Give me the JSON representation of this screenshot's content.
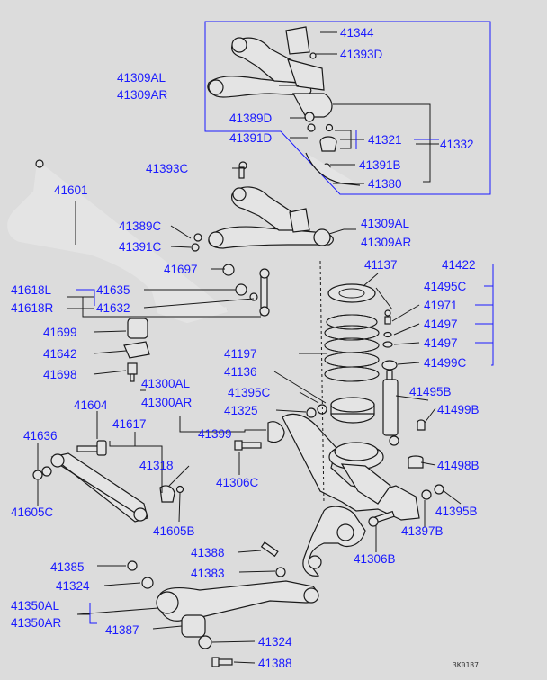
{
  "labels": [
    {
      "id": "l-41344",
      "text": "41344"
    },
    {
      "id": "l-41393D",
      "text": "41393D"
    },
    {
      "id": "l-41309AL-top",
      "text": "41309AL"
    },
    {
      "id": "l-41309AR-top",
      "text": "41309AR"
    },
    {
      "id": "l-41389D",
      "text": "41389D"
    },
    {
      "id": "l-41391D",
      "text": "41391D"
    },
    {
      "id": "l-41321",
      "text": "41321"
    },
    {
      "id": "l-41332",
      "text": "41332"
    },
    {
      "id": "l-41391B",
      "text": "41391B"
    },
    {
      "id": "l-41380",
      "text": "41380"
    },
    {
      "id": "l-41393C",
      "text": "41393C"
    },
    {
      "id": "l-41601",
      "text": "41601"
    },
    {
      "id": "l-41389C",
      "text": "41389C"
    },
    {
      "id": "l-41391C",
      "text": "41391C"
    },
    {
      "id": "l-41309AL-mid",
      "text": "41309AL"
    },
    {
      "id": "l-41309AR-mid",
      "text": "41309AR"
    },
    {
      "id": "l-41137",
      "text": "41137"
    },
    {
      "id": "l-41422",
      "text": "41422"
    },
    {
      "id": "l-41697",
      "text": "41697"
    },
    {
      "id": "l-41618L",
      "text": "41618L"
    },
    {
      "id": "l-41618R",
      "text": "41618R"
    },
    {
      "id": "l-41635",
      "text": "41635"
    },
    {
      "id": "l-41632",
      "text": "41632"
    },
    {
      "id": "l-41495C",
      "text": "41495C"
    },
    {
      "id": "l-41971",
      "text": "41971"
    },
    {
      "id": "l-41497a",
      "text": "41497"
    },
    {
      "id": "l-41497b",
      "text": "41497"
    },
    {
      "id": "l-41499C",
      "text": "41499C"
    },
    {
      "id": "l-41699",
      "text": "41699"
    },
    {
      "id": "l-41642",
      "text": "41642"
    },
    {
      "id": "l-41698",
      "text": "41698"
    },
    {
      "id": "l-41197",
      "text": "41197"
    },
    {
      "id": "l-41136",
      "text": "41136"
    },
    {
      "id": "l-41300AL",
      "text": "41300AL"
    },
    {
      "id": "l-41300AR",
      "text": "41300AR"
    },
    {
      "id": "l-41395C",
      "text": "41395C"
    },
    {
      "id": "l-41495B",
      "text": "41495B"
    },
    {
      "id": "l-41325",
      "text": "41325"
    },
    {
      "id": "l-41499B",
      "text": "41499B"
    },
    {
      "id": "l-41604",
      "text": "41604"
    },
    {
      "id": "l-41617",
      "text": "41617"
    },
    {
      "id": "l-41399",
      "text": "41399"
    },
    {
      "id": "l-41636",
      "text": "41636"
    },
    {
      "id": "l-41318",
      "text": "41318"
    },
    {
      "id": "l-41498B",
      "text": "41498B"
    },
    {
      "id": "l-41306C",
      "text": "41306C"
    },
    {
      "id": "l-41605C",
      "text": "41605C"
    },
    {
      "id": "l-41605B",
      "text": "41605B"
    },
    {
      "id": "l-41395B",
      "text": "41395B"
    },
    {
      "id": "l-41397B",
      "text": "41397B"
    },
    {
      "id": "l-41388a",
      "text": "41388"
    },
    {
      "id": "l-41306B",
      "text": "41306B"
    },
    {
      "id": "l-41385",
      "text": "41385"
    },
    {
      "id": "l-41383",
      "text": "41383"
    },
    {
      "id": "l-41324a",
      "text": "41324"
    },
    {
      "id": "l-41350AL",
      "text": "41350AL"
    },
    {
      "id": "l-41350AR",
      "text": "41350AR"
    },
    {
      "id": "l-41387",
      "text": "41387"
    },
    {
      "id": "l-41324b",
      "text": "41324"
    },
    {
      "id": "l-41388b",
      "text": "41388"
    }
  ],
  "figure_code": "3K01B7"
}
